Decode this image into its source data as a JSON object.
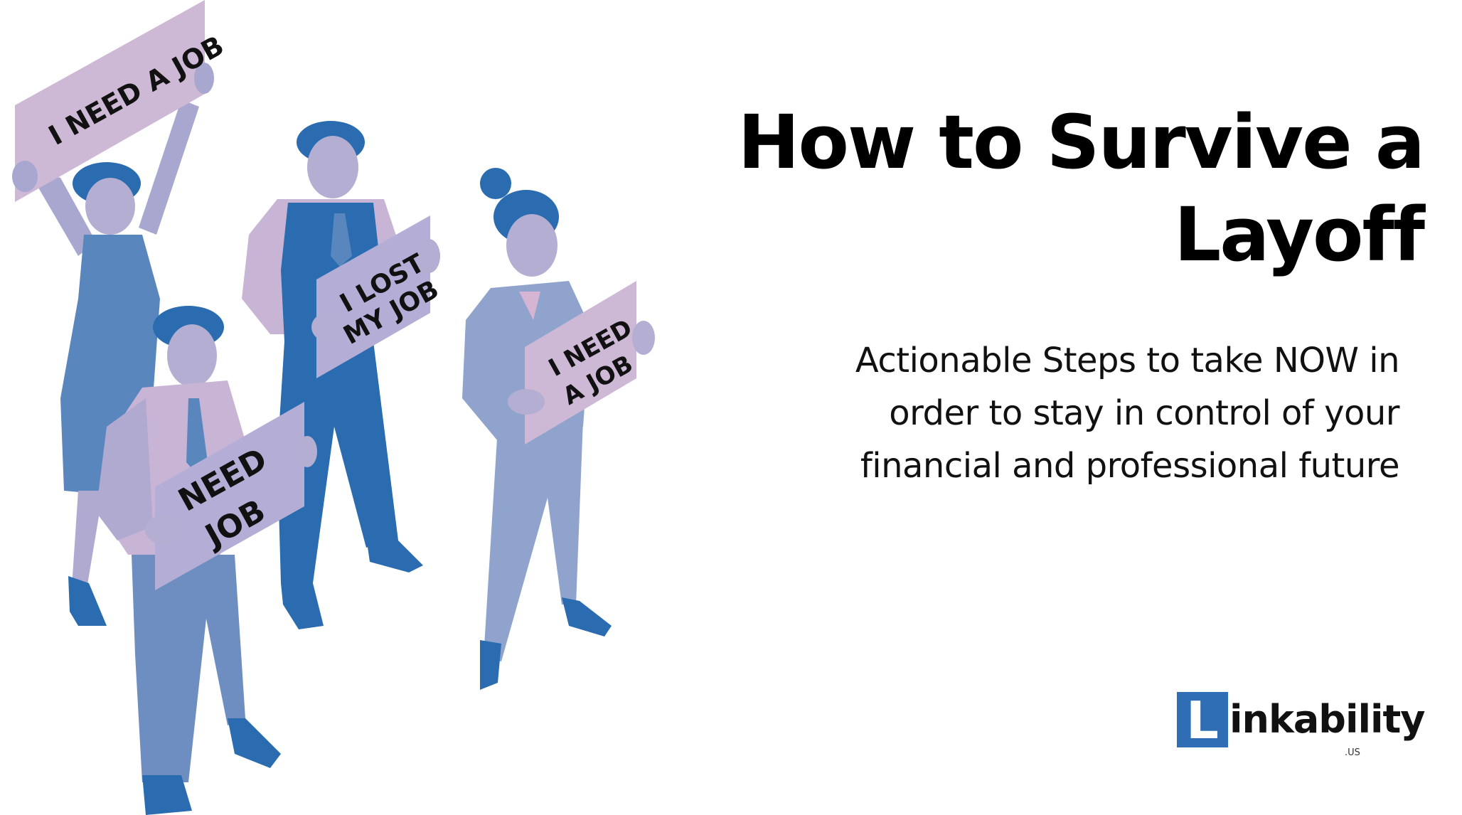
{
  "slide": {
    "title_lines": [
      "How to Survive a",
      "Layoff"
    ],
    "subtitle_lines": [
      "Actionable Steps to take NOW in",
      "order to stay in control of your",
      "financial and professional future"
    ]
  },
  "illustration": {
    "description": "Four protesters holding signs",
    "signs": [
      {
        "lines": [
          "I NEED A JOB"
        ]
      },
      {
        "lines": [
          "I LOST",
          "MY JOB"
        ]
      },
      {
        "lines": [
          "NEED",
          "JOB"
        ]
      },
      {
        "lines": [
          "I NEED",
          "A JOB"
        ]
      }
    ]
  },
  "logo": {
    "letter": "L",
    "word": "inkability",
    "tld": ".US"
  },
  "colors": {
    "brand_blue": "#2F6DB5",
    "figure_dark_blue": "#2A6CAF",
    "figure_mid_blue": "#5A86BE",
    "figure_light": "#8FA3CC",
    "skin_lavender": "#B3AED2",
    "sign_pink": "#CDB8D6",
    "sign_lavender": "#B4AED6"
  }
}
